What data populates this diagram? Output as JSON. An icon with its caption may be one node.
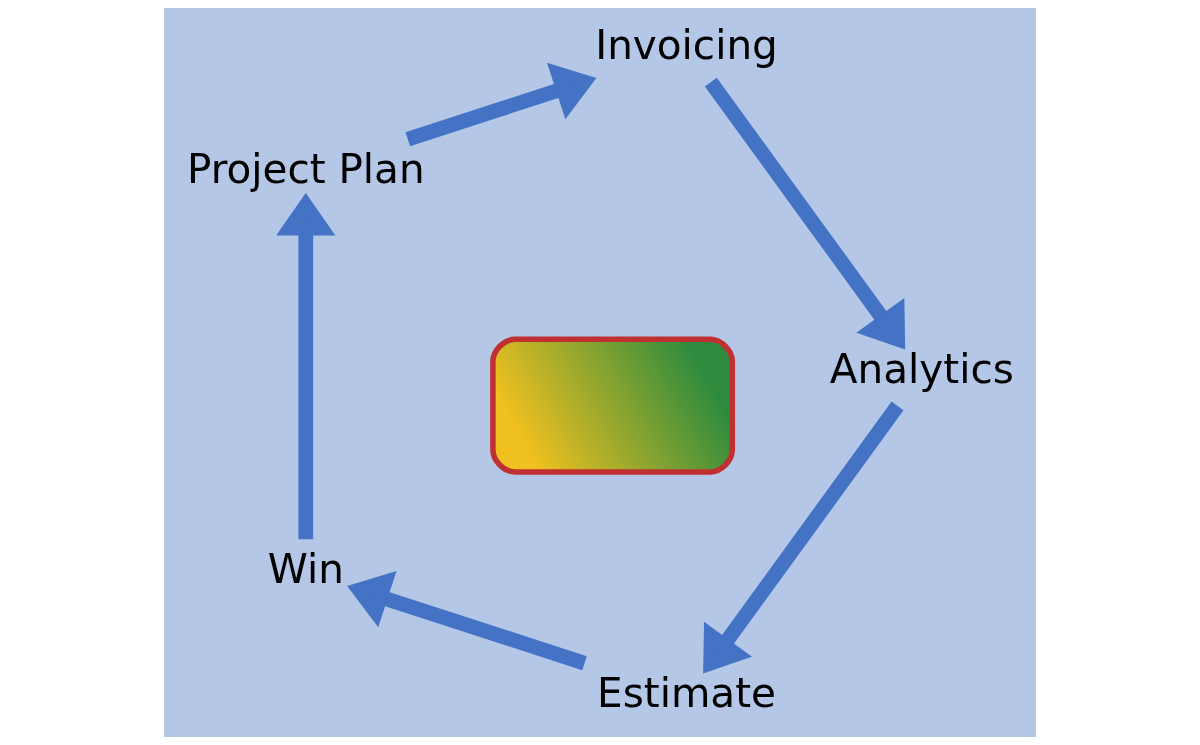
{
  "diagram": {
    "nodes": [
      {
        "text": [
          "Estimate"
        ]
      },
      {
        "text": [
          "Win"
        ]
      },
      {
        "text": [
          "Project Plan"
        ]
      },
      {
        "text": [
          "Invoicing"
        ]
      },
      {
        "text": [
          "Analytics"
        ]
      },
      {
        "text": [],
        "shape": "picture"
      }
    ],
    "edges": [
      {
        "from": 0,
        "to": 1,
        "arrow": "to"
      },
      {
        "from": 1,
        "to": 2,
        "arrow": "to"
      },
      {
        "from": 2,
        "to": 3,
        "arrow": "to"
      },
      {
        "from": 3,
        "to": 4,
        "arrow": "to"
      },
      {
        "from": 4,
        "to": 0,
        "arrow": "to"
      }
    ]
  }
}
